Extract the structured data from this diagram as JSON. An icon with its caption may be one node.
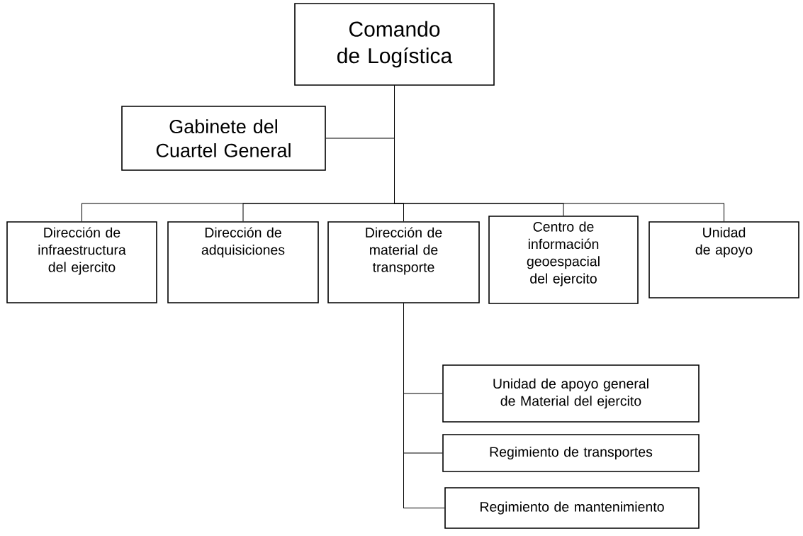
{
  "diagram": {
    "nodes": [
      {
        "text": [
          "Comando de Logística"
        ]
      },
      {
        "text": [
          "Gabinete del Cuartel General"
        ]
      },
      {
        "text": [
          "Dirección de infraestructura del ejercito"
        ]
      },
      {
        "text": [
          "Dirección de adquisiciones"
        ]
      },
      {
        "text": [
          "Dirección de material de transporte"
        ]
      },
      {
        "text": [
          "Centro de información geoespacial del ejercito"
        ]
      },
      {
        "text": [
          "Unidad de apoyo"
        ]
      },
      {
        "text": [
          "Unidad de apoyo general de Material del ejercito"
        ]
      },
      {
        "text": [
          "Regimiento de transportes"
        ]
      },
      {
        "text": [
          "Regimiento de mantenimiento"
        ]
      }
    ],
    "edges": [
      {
        "from": 0,
        "to": 1,
        "arrow": "none"
      },
      {
        "from": 0,
        "to": 2,
        "arrow": "none"
      },
      {
        "from": 0,
        "to": 3,
        "arrow": "none"
      },
      {
        "from": 0,
        "to": 4,
        "arrow": "none"
      },
      {
        "from": 0,
        "to": 5,
        "arrow": "none"
      },
      {
        "from": 0,
        "to": 6,
        "arrow": "none"
      },
      {
        "from": 4,
        "to": 7,
        "arrow": "none"
      },
      {
        "from": 4,
        "to": 8,
        "arrow": "none"
      },
      {
        "from": 4,
        "to": 9,
        "arrow": "none"
      }
    ]
  }
}
